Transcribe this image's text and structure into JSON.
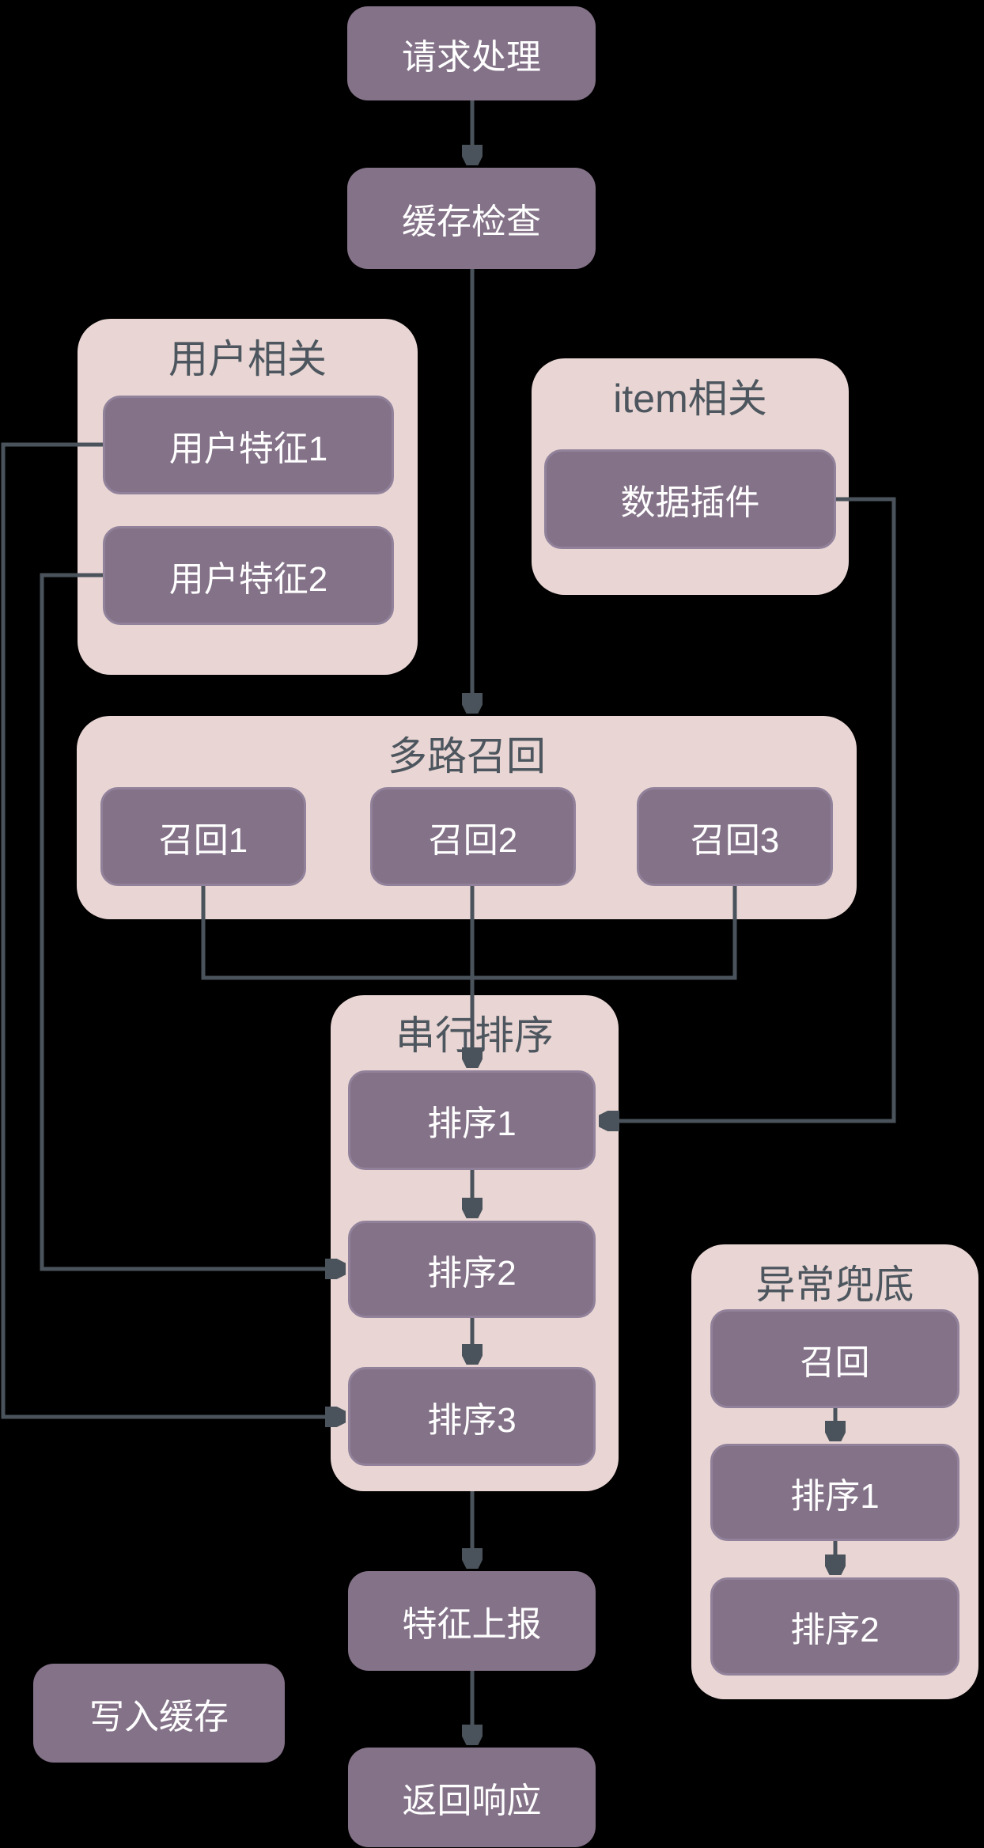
{
  "diagram": {
    "background": "#000000",
    "colors": {
      "group_fill": "#e9d6d4",
      "node_fill": "#847288",
      "node_border": "#91819a",
      "node_text": "#ffffff",
      "title_text": "#4d565e",
      "connector": "#4a535b"
    },
    "nodes": {
      "request": "请求处理",
      "cache_check": "缓存检查",
      "feature_report": "特征上报",
      "write_cache": "写入缓存",
      "response": "返回响应"
    },
    "groups": {
      "user": {
        "title": "用户相关",
        "items": {
          "f1": "用户特征1",
          "f2": "用户特征2"
        }
      },
      "item": {
        "title": "item相关",
        "items": {
          "plugin": "数据插件"
        }
      },
      "recall": {
        "title": "多路召回",
        "items": {
          "r1": "召回1",
          "r2": "召回2",
          "r3": "召回3"
        }
      },
      "rank": {
        "title": "串行排序",
        "items": {
          "s1": "排序1",
          "s2": "排序2",
          "s3": "排序3"
        }
      },
      "fallback": {
        "title": "异常兜底",
        "items": {
          "recall": "召回",
          "s1": "排序1",
          "s2": "排序2"
        }
      }
    },
    "edges": [
      {
        "from": "请求处理",
        "to": "缓存检查"
      },
      {
        "from": "缓存检查",
        "to": "多路召回"
      },
      {
        "from": "召回1",
        "to": "排序1"
      },
      {
        "from": "召回2",
        "to": "排序1"
      },
      {
        "from": "召回3",
        "to": "排序1"
      },
      {
        "from": "数据插件",
        "to": "排序1"
      },
      {
        "from": "用户特征1",
        "to": "排序3"
      },
      {
        "from": "用户特征2",
        "to": "排序2"
      },
      {
        "from": "排序1",
        "to": "排序2"
      },
      {
        "from": "排序2",
        "to": "排序3"
      },
      {
        "from": "串行排序",
        "to": "特征上报"
      },
      {
        "from": "特征上报",
        "to": "返回响应"
      },
      {
        "from": "异常兜底.召回",
        "to": "异常兜底.排序1"
      },
      {
        "from": "异常兜底.排序1",
        "to": "异常兜底.排序2"
      }
    ]
  }
}
